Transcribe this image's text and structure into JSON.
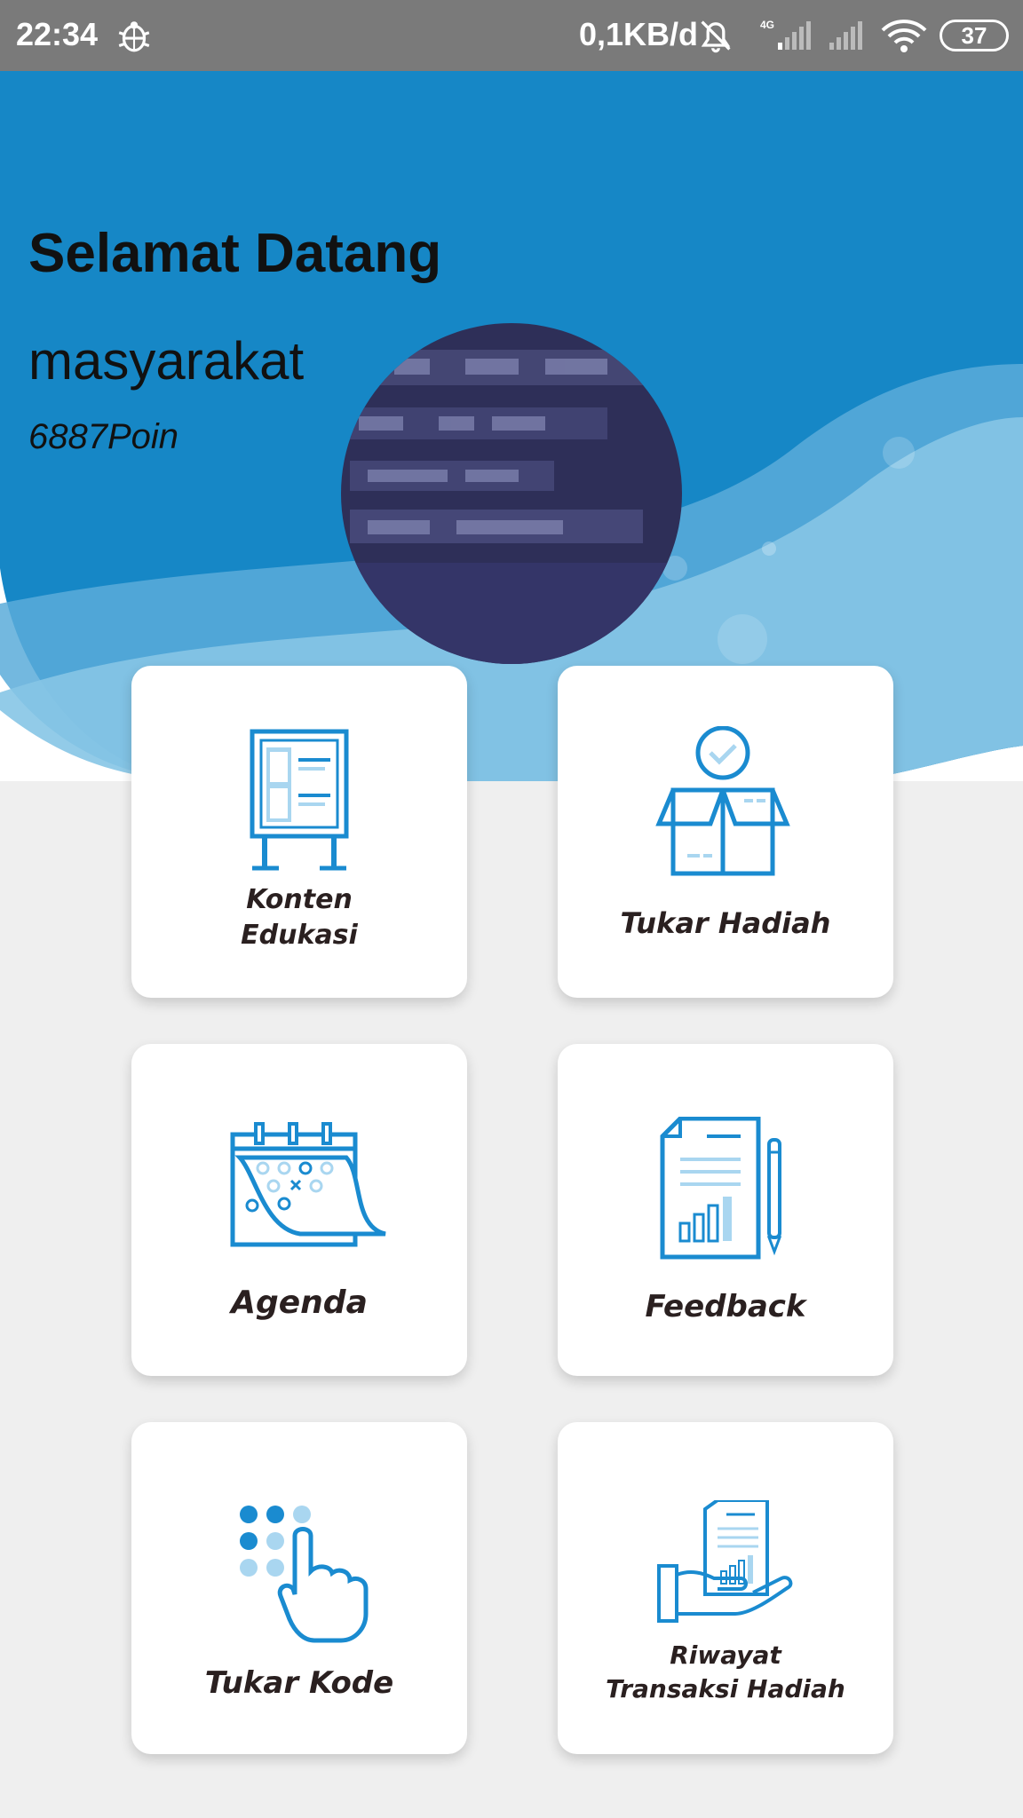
{
  "status_bar": {
    "time": "22:34",
    "network_speed": "0,1KB/d",
    "network_type": "4G",
    "battery": "37",
    "icons": [
      "debug-bug-icon",
      "bell-off-icon",
      "signal-4g-icon",
      "signal-icon",
      "wifi-icon",
      "battery-icon"
    ]
  },
  "header": {
    "welcome": "Selamat Datang",
    "username": "masyarakat",
    "points": "6887Poin"
  },
  "menu": {
    "items": [
      {
        "label_line1": "Konten",
        "label_line2": "Edukasi",
        "icon": "notice-board-icon"
      },
      {
        "label": "Tukar Hadiah",
        "icon": "gift-box-icon"
      },
      {
        "label": "Agenda",
        "icon": "calendar-icon"
      },
      {
        "label": "Feedback",
        "icon": "report-document-icon"
      },
      {
        "label": "Tukar Kode",
        "icon": "keypad-tap-icon"
      },
      {
        "label_line1": "Riwayat",
        "label_line2": "Transaksi Hadiah",
        "icon": "hand-document-icon"
      }
    ]
  },
  "colors": {
    "header_blue": "#1687c6",
    "wave_light": "#7fc0e3",
    "icon_blue": "#1a8bd0",
    "icon_light": "#a9d6f0",
    "label_text": "#2a2020",
    "background": "#efefef"
  }
}
